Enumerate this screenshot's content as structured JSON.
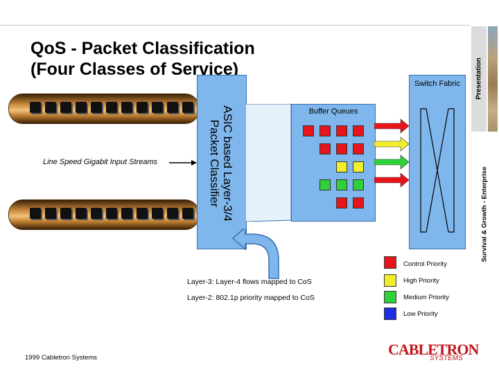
{
  "title": {
    "line1": "QoS - Packet Classification",
    "line2": "(Four Classes of Service)"
  },
  "sidebar": {
    "top_label": "Presentation",
    "bottom_label": "Survival & Growth - Enterprise"
  },
  "diagram": {
    "input_label": "Line Speed Gigabit Input Streams",
    "asic_line1": "ASIC based Layer-3/4",
    "asic_line2": "Packet Classifier",
    "buffer_label": "Buffer Queues",
    "switch_label": "Switch Fabric",
    "layer3_text": "Layer-3:  Layer-4 flows mapped to CoS",
    "layer2_text": "Layer-2:  802.1p priority mapped to CoS"
  },
  "legend": [
    {
      "label": "Control Priority",
      "color": "#e8141b"
    },
    {
      "label": "High Priority",
      "color": "#f2ee2a"
    },
    {
      "label": "Medium Priority",
      "color": "#2fd13a"
    },
    {
      "label": "Low Priority",
      "color": "#1d2fe6"
    }
  ],
  "footer": {
    "copyright": "1999 Cabletron Systems",
    "logo_main": "CABLETRON",
    "logo_sub": "SYSTEMS"
  }
}
